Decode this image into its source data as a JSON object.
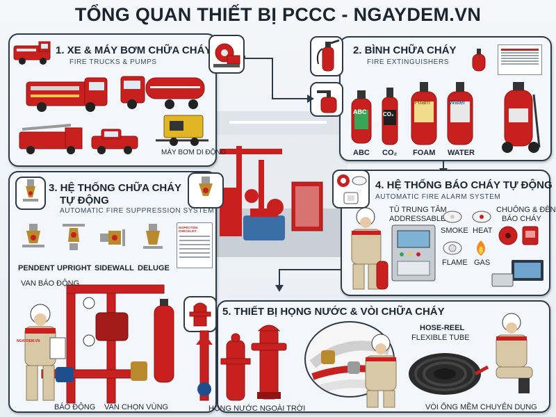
{
  "title": "TỔNG QUAN THIẾT BỊ PCCC - NGAYDEM.VN",
  "sec1": {
    "title": "1. XE & MÁY BƠM CHỮA CHÁY",
    "sub": "FIRE TRUCKS & PUMPS",
    "portable": "MÁY BƠM DI ĐỘNG"
  },
  "sec2": {
    "title": "2. BÌNH CHỮA CHÁY",
    "sub": "FIRE EXTINGUISHERS",
    "types": [
      "ABC",
      "CO₂",
      "FOAM",
      "WATER"
    ],
    "bottle_labels": [
      "ABC",
      "CO₂",
      "Foam",
      "Water"
    ]
  },
  "sec3": {
    "title_1": "3. HỆ THỐNG CHỮA CHÁY",
    "title_2": "TỰ ĐỘNG",
    "sub": "AUTOMATIC FIRE SUPPRESSION SYSTEM",
    "sprinklers": [
      "PENDENT",
      "UPRIGHT",
      "SIDEWALL",
      "DELUGE"
    ],
    "checklist": "INSPECTION CHECKLIST",
    "alarm_valve": "VAN BÁO ĐỘNG",
    "alarm": "BÁO ĐỘNG",
    "zone_valve": "VAN CHỌN VÙNG",
    "vest": "NGAYDEM.VN"
  },
  "sec4": {
    "title": "4. HỆ THỐNG BÁO CHÁY TỰ ĐỘNG",
    "sub": "AUTOMATIC FIRE ALARM SYSTEM",
    "panel_1": "TỦ TRUNG TÂM",
    "panel_2": "ADDRESSABLE",
    "detectors": [
      "SMOKE",
      "HEAT",
      "FLAME",
      "GAS"
    ],
    "bell_1": "CHUÔNG & ĐÈN",
    "bell_2": "BÁO CHÁY"
  },
  "sec5": {
    "title": "5. THIẾT BỊ HỌNG NƯỚC & VÒI CHỮA CHÁY",
    "hose_reel_1": "HOSE-REEL",
    "hose_reel_2": "FLEXIBLE TUBE",
    "outdoor": "HỌNG NƯỚC NGOÀI TRỜI",
    "soft_hose": "VÒI ỐNG MỀM CHUYÊN DỤNG"
  },
  "colors": {
    "red": "#c8201e",
    "dark_red": "#8e1512",
    "navy": "#2c3a48",
    "beige": "#d9c8a6",
    "brass": "#b8892d"
  }
}
